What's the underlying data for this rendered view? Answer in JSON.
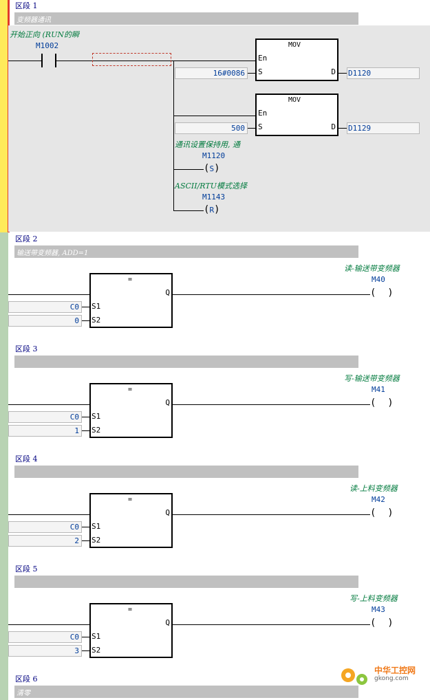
{
  "networks": [
    {
      "label": "区段 1",
      "comment": "变频器通讯"
    },
    {
      "label": "区段 2",
      "comment": "输送带变频器, ADD=1"
    },
    {
      "label": "区段 3",
      "comment": ""
    },
    {
      "label": "区段 4",
      "comment": ""
    },
    {
      "label": "区段 5",
      "comment": ""
    },
    {
      "label": "区段 6",
      "comment": "清零"
    }
  ],
  "n1": {
    "contact_comment": "开始正向 (RUN的瞬",
    "contact": "M1002",
    "mov1": {
      "title": "MOV",
      "en": "En",
      "s": "S",
      "d": "D",
      "in": "16#0086",
      "out": "D1120"
    },
    "mov2": {
      "title": "MOV",
      "en": "En",
      "s": "S",
      "d": "D",
      "in": "500",
      "out": "D1129"
    },
    "coil1": {
      "comment": "通讯设置保持用, 通",
      "addr": "M1120",
      "type": "S"
    },
    "coil2": {
      "comment": "ASCII/RTU模式选择",
      "addr": "M1143",
      "type": "R"
    }
  },
  "compares": [
    {
      "title": "=",
      "s1": "S1",
      "s2": "S2",
      "q": "Q",
      "in1": "C0",
      "in2": "0",
      "coil_comment": "读-输送带变频器",
      "coil": "M40"
    },
    {
      "title": "=",
      "s1": "S1",
      "s2": "S2",
      "q": "Q",
      "in1": "C0",
      "in2": "1",
      "coil_comment": "写-输送带变频器",
      "coil": "M41"
    },
    {
      "title": "=",
      "s1": "S1",
      "s2": "S2",
      "q": "Q",
      "in1": "C0",
      "in2": "2",
      "coil_comment": "读-上料变频器",
      "coil": "M42"
    },
    {
      "title": "=",
      "s1": "S1",
      "s2": "S2",
      "q": "Q",
      "in1": "C0",
      "in2": "3",
      "coil_comment": "写-上料变频器",
      "coil": "M43"
    }
  ],
  "watermark": {
    "line1": "中华工控网",
    "line2": "gkong.com"
  },
  "colors": {
    "operand": "#003c99",
    "comment": "#007a3d",
    "rail": "#b8d3b3",
    "active_rail": "#ffea5a"
  }
}
